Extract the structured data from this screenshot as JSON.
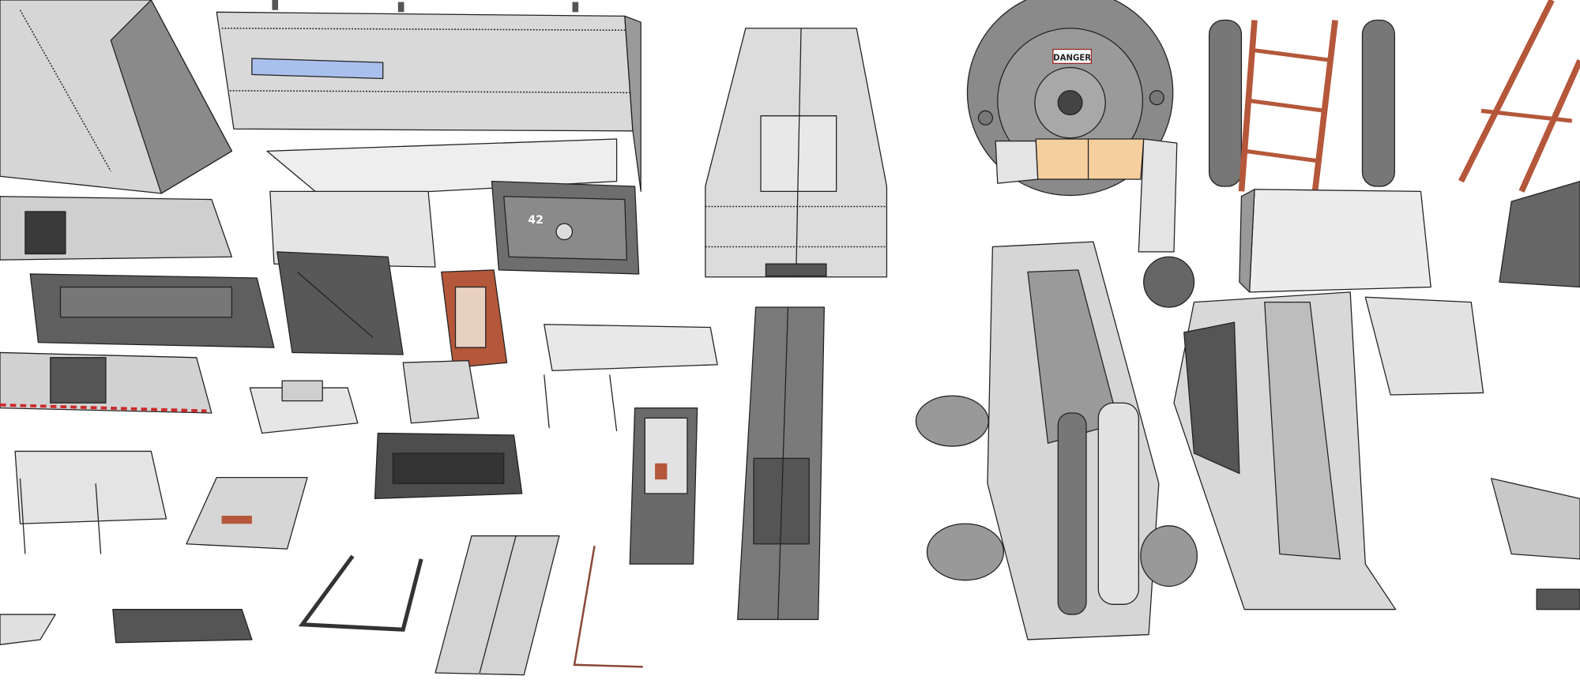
{
  "scene": {
    "kind": "3D model kit render (sci-fi parts, sketch style)",
    "colors": {
      "background": "#ffffff",
      "light_panel": "#e2e2e2",
      "mid_panel": "#a8a8a8",
      "dark_panel": "#6a6a6a",
      "window_glass": "#a9c0ee",
      "rust_orange": "#b5573a",
      "tan_band": "#f5cf9e",
      "warning_red": "#cc2a2a"
    },
    "labels": {
      "danger_sign": "DANGER",
      "panel_number": "42"
    }
  }
}
